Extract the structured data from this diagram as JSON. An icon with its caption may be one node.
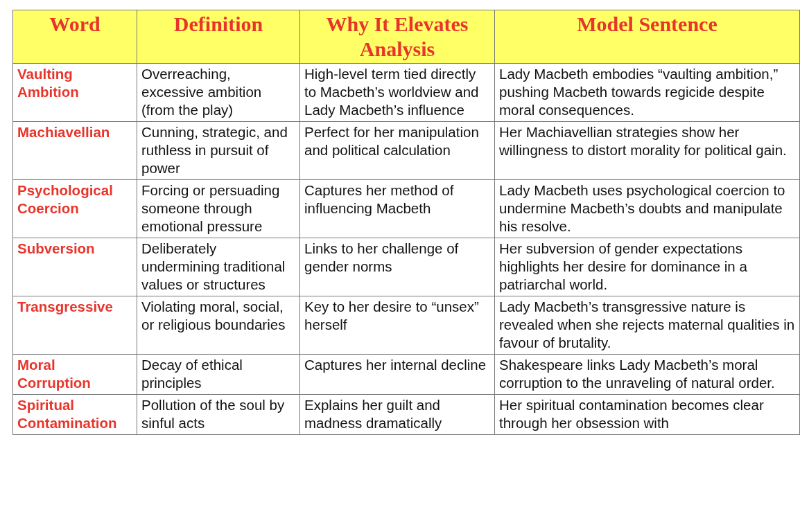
{
  "diagram": {
    "labels": [
      "Word",
      "Definition",
      "Why It Elevates Analysis",
      "Model Sentence",
      "Vaulting Ambition",
      "Overreaching, excessive ambition (from the play)",
      "High-level term tied directly to Macbeth’s worldview and Lady Macbeth’s influence",
      "Lady Macbeth embodies “vaulting ambition,” pushing Macbeth towards regicide despite moral consequences.",
      "Machiavellian",
      "Cunning, strategic, and ruthless in pursuit of power",
      "Perfect for her manipulation and political calculation",
      "Her Machiavellian strategies show her willingness to distort morality for political gain.",
      "Psychological Coercion",
      "Forcing or persuading someone through emotional pressure",
      "Captures her method of influencing Macbeth",
      "Lady Macbeth uses psychological coercion to undermine Macbeth’s doubts and manipulate his resolve.",
      "Subversion",
      "Deliberately undermining traditional values or structures",
      "Links to her challenge of gender norms",
      "Her subversion of gender expectations highlights her desire for dominance in a patriarchal world.",
      "Transgressive",
      "Violating moral, social, or religious boundaries",
      "Key to her desire to “unsex” herself",
      "Lady Macbeth’s transgressive nature is revealed when she rejects maternal qualities in favour of brutality.",
      "Moral Corruption",
      "Decay of ethical principles",
      "Captures her internal decline",
      "Shakespeare links Lady Macbeth’s moral corruption to the unraveling of natural order.",
      "Spiritual Contamination",
      "Pollution of the soul by sinful acts",
      "Explains her guilt and madness dramatically",
      "Her spiritual contamination becomes clear through her obsession with"
    ]
  }
}
